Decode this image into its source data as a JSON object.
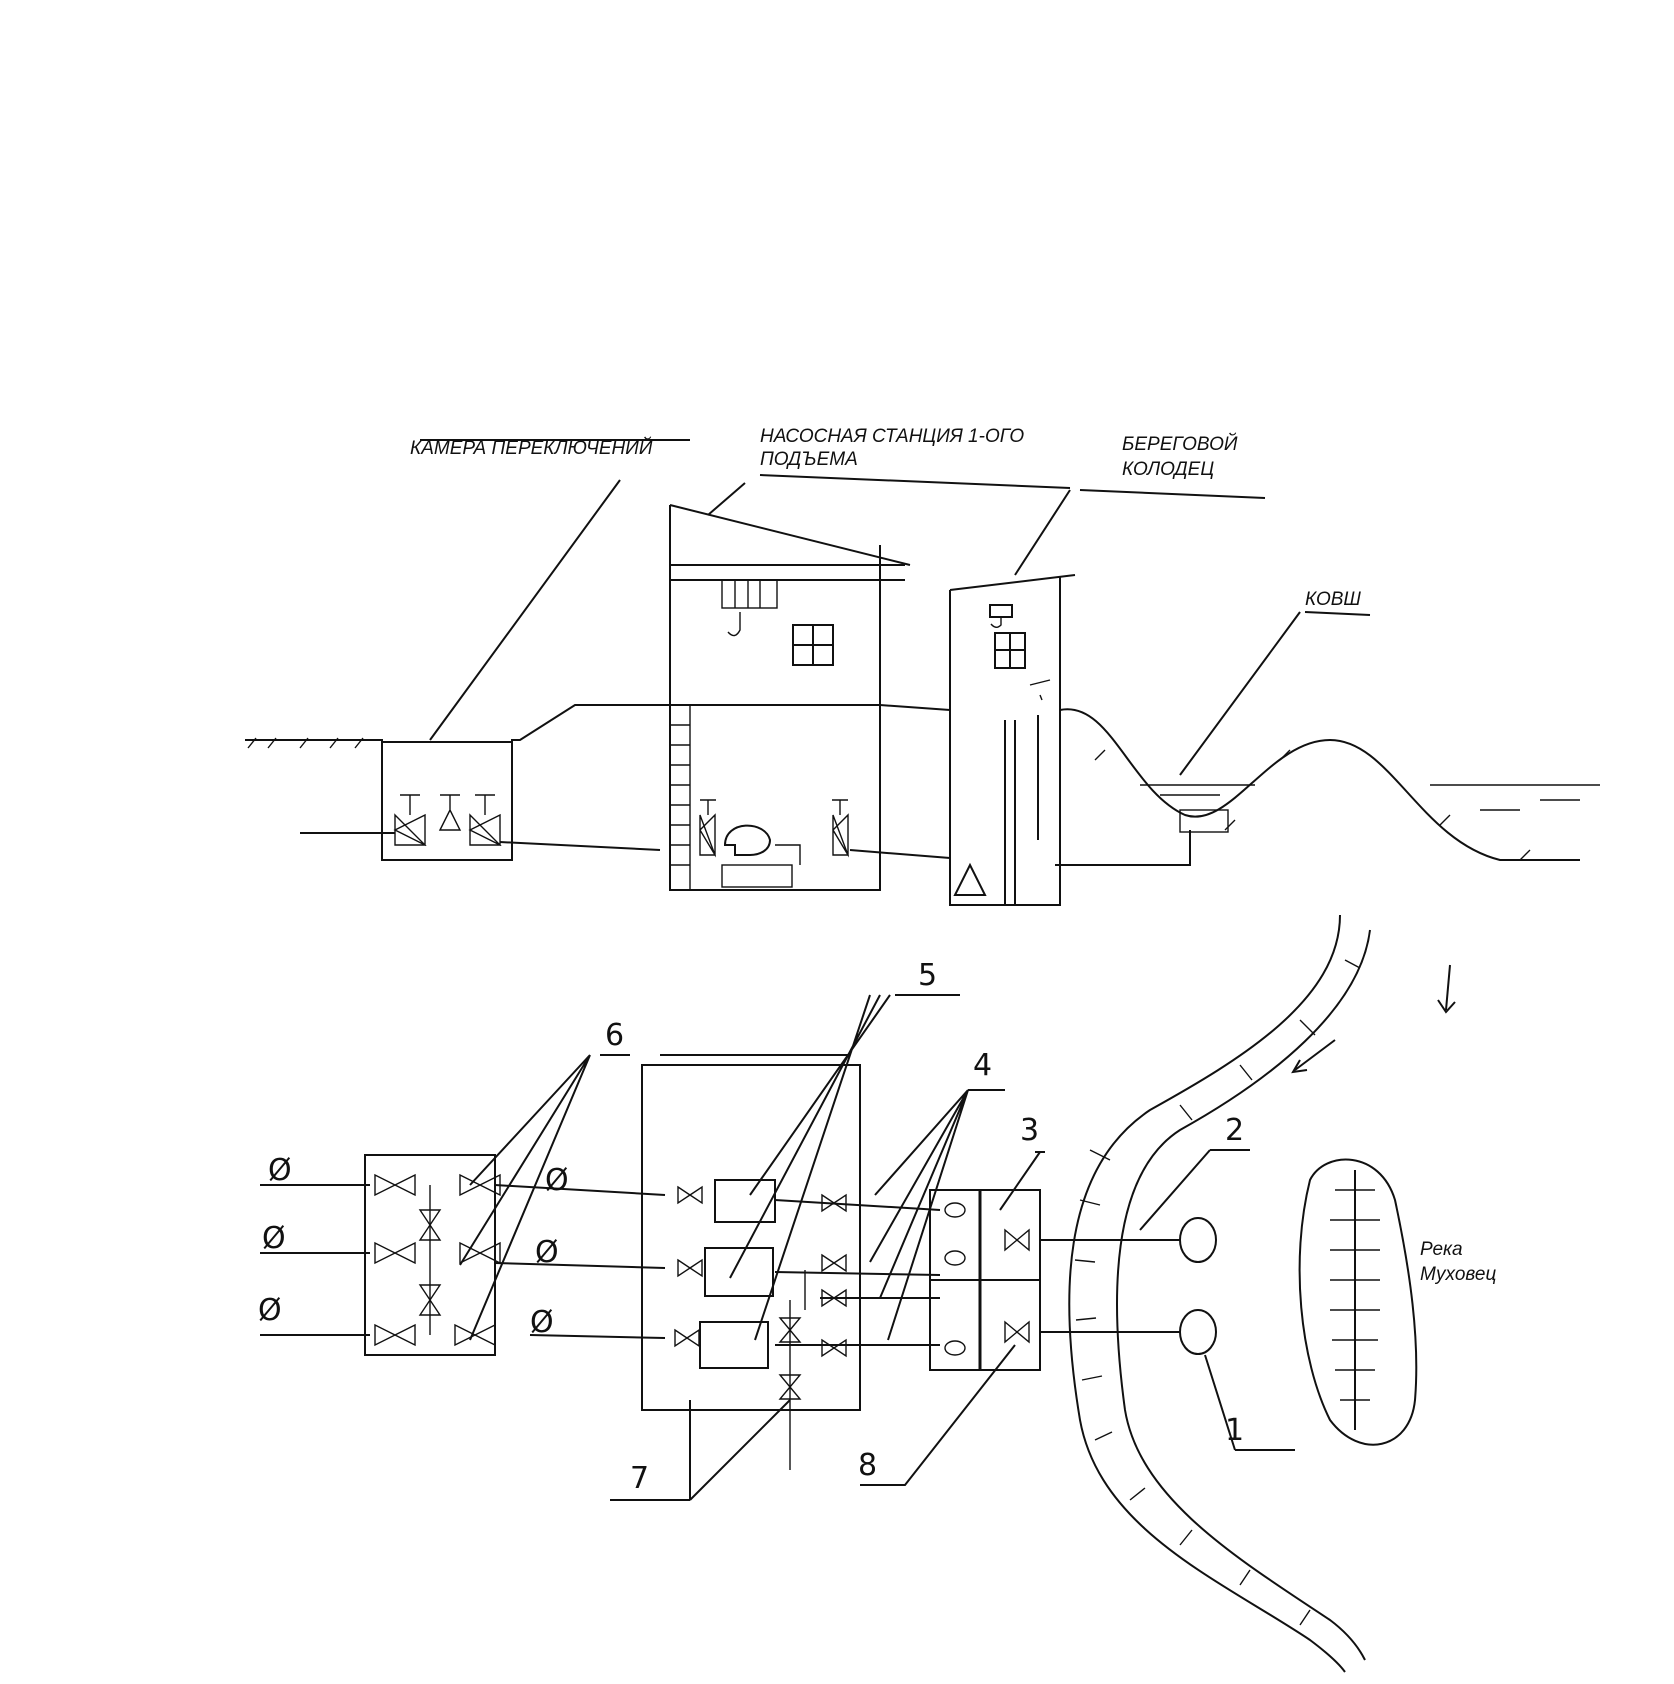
{
  "labels": {
    "switch_chamber": "КАМЕРА ПЕРЕКЛЮЧЕНИЙ",
    "pump_station_line1": "НАСОСНАЯ СТАНЦИЯ 1-ОГО",
    "pump_station_line2": "ПОДЪЕМА",
    "shore_well_line1": "БЕРЕГОВОЙ",
    "shore_well_line2": "КОЛОДЕЦ",
    "bucket": "КОВШ",
    "river_line1": "Река",
    "river_line2": "Муховец"
  },
  "callouts": [
    "1",
    "2",
    "3",
    "4",
    "5",
    "6",
    "7",
    "8"
  ],
  "pipe_symbol": "Ø"
}
